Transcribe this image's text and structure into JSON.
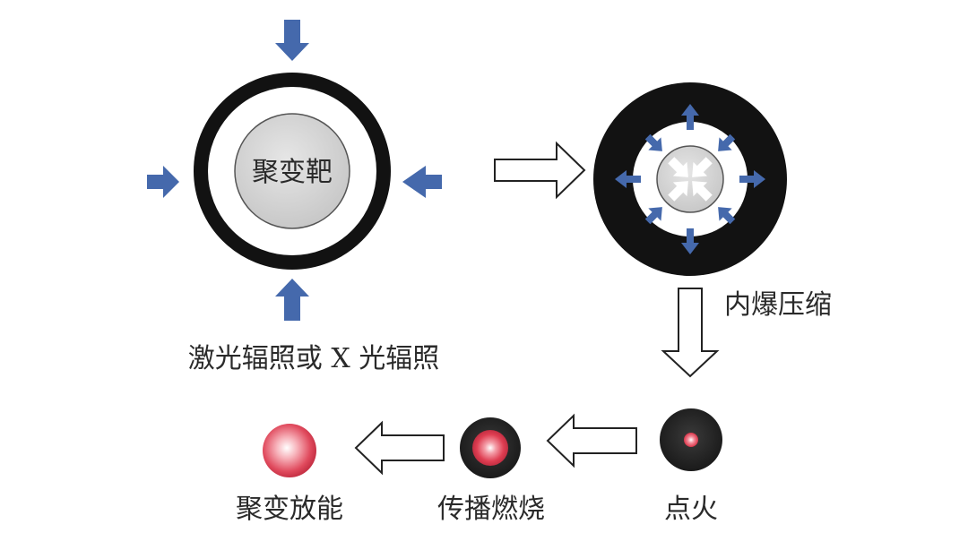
{
  "labels": {
    "target": "聚变靶",
    "irradiation": "激光辐照或 X 光辐照",
    "implosion": "内爆压缩",
    "ignition": "点火",
    "burn": "传播燃烧",
    "energy_release": "聚变放能"
  },
  "colors": {
    "arrow_fill": "#4569ac",
    "shell": "#121212",
    "core_grey": "#d4d4d4",
    "hot_spot": "#e0455a"
  }
}
